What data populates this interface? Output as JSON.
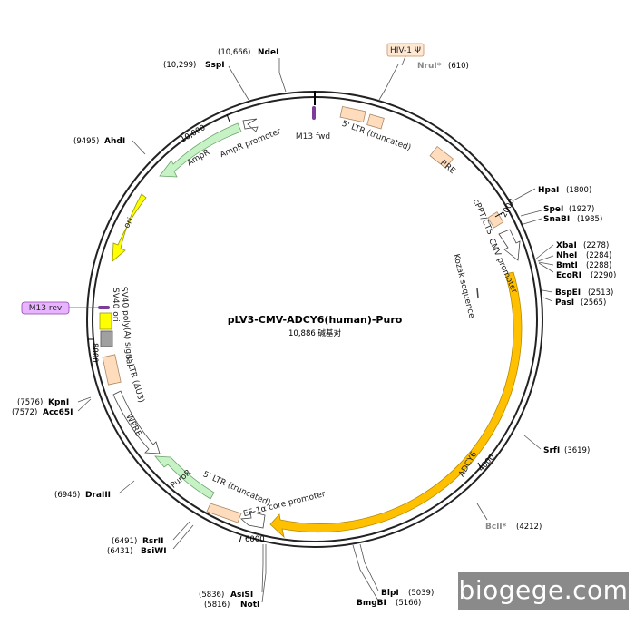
{
  "plasmid": {
    "name": "pLV3-CMV-ADCY6(human)-Puro",
    "size_label": "10,886 碱基对",
    "length_bp": 10886
  },
  "watermark": "biogege.com",
  "ticks": [
    {
      "label": "2000",
      "bp": 2000
    },
    {
      "label": "4000",
      "bp": 4000
    },
    {
      "label": "6000",
      "bp": 6000
    },
    {
      "label": "8000",
      "bp": 8000
    },
    {
      "label": "10,000",
      "bp": 10000
    }
  ],
  "sites": [
    {
      "name": "NdeI",
      "pos": "(10,666)",
      "bp": 10666
    },
    {
      "name": "SspI",
      "pos": "(10,299)",
      "bp": 10299
    },
    {
      "name": "AhdI",
      "pos": "(9495)",
      "bp": 9495
    },
    {
      "name": "NruI*",
      "pos": "(610)",
      "bp": 610,
      "gray": true
    },
    {
      "name": "HpaI",
      "pos": "(1800)",
      "bp": 1800
    },
    {
      "name": "SpeI",
      "pos": "(1927)",
      "bp": 1927
    },
    {
      "name": "SnaBI",
      "pos": "(1985)",
      "bp": 1985
    },
    {
      "name": "XbaI",
      "pos": "(2278)",
      "bp": 2278
    },
    {
      "name": "NheI",
      "pos": "(2284)",
      "bp": 2284
    },
    {
      "name": "BmtI",
      "pos": "(2288)",
      "bp": 2288
    },
    {
      "name": "EcoRI",
      "pos": "(2290)",
      "bp": 2290
    },
    {
      "name": "BspEI",
      "pos": "(2513)",
      "bp": 2513
    },
    {
      "name": "PasI",
      "pos": "(2565)",
      "bp": 2565
    },
    {
      "name": "SrfI",
      "pos": "(3619)",
      "bp": 3619
    },
    {
      "name": "BclI*",
      "pos": "(4212)",
      "bp": 4212,
      "gray": true
    },
    {
      "name": "BlpI",
      "pos": "(5039)",
      "bp": 5039
    },
    {
      "name": "BmgBI",
      "pos": "(5166)",
      "bp": 5166
    },
    {
      "name": "AsiSI",
      "pos": "(5836)",
      "bp": 5836
    },
    {
      "name": "NotI",
      "pos": "(5816)",
      "bp": 5816
    },
    {
      "name": "RsrII",
      "pos": "(6491)",
      "bp": 6491
    },
    {
      "name": "BsiWI",
      "pos": "(6431)",
      "bp": 6431
    },
    {
      "name": "DraIII",
      "pos": "(6946)",
      "bp": 6946
    },
    {
      "name": "KpnI",
      "pos": "(7576)",
      "bp": 7576
    },
    {
      "name": "Acc65I",
      "pos": "(7572)",
      "bp": 7572
    }
  ],
  "features": [
    {
      "label": "ADCY6",
      "color": "#ffc000"
    },
    {
      "label": "ori",
      "color": "#ffff00"
    },
    {
      "label": "AmpR",
      "color": "#c6f2c6"
    },
    {
      "label": "AmpR promoter",
      "color": "#ffffff"
    },
    {
      "label": "PuroR",
      "color": "#c6f2c6"
    },
    {
      "label": "EF-1α core promoter",
      "color": "#ffffff"
    },
    {
      "label": "5' LTR (truncated)",
      "color": "#ffdcbc"
    },
    {
      "label": "WPRE",
      "color": "#ffffff"
    },
    {
      "label": "3' LTR (ΔU3)",
      "color": "#ffdcbc"
    },
    {
      "label": "SV40 poly(A) signal",
      "color": "#a0a0a0"
    },
    {
      "label": "SV40 ori",
      "color": "#ffff00"
    },
    {
      "label": "RRE",
      "color": "#ffdcbc"
    },
    {
      "label": "cPPT/CTS",
      "color": "#ffdcbc"
    },
    {
      "label": "CMV promoter",
      "color": "#ffffff"
    },
    {
      "label": "Kozak sequence",
      "color": "#444444"
    },
    {
      "label": "M13 fwd",
      "color": "#7d3c98"
    },
    {
      "label": "M13 rev",
      "color": "#7d3c98"
    },
    {
      "label": "5' LTR (truncated)",
      "color": "#ffdcbc"
    },
    {
      "label": "HIV-1 Ψ",
      "color": "#ffdcbc"
    }
  ]
}
